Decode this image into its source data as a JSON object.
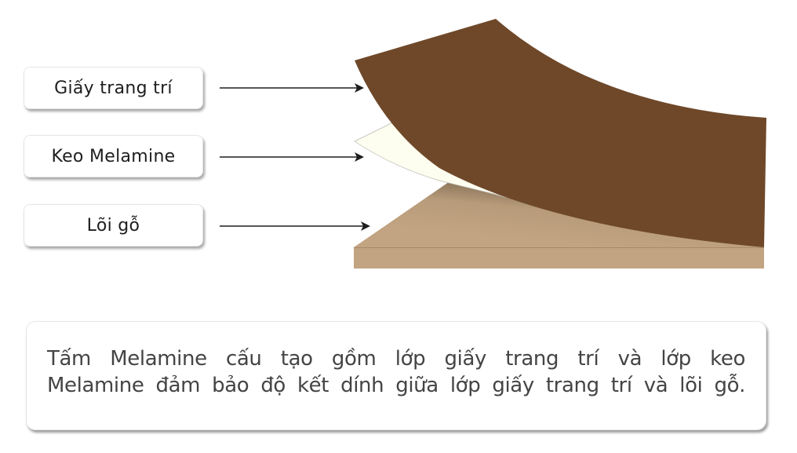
{
  "labels": [
    {
      "text": "Giấy trang trí",
      "layer": "decorative-paper"
    },
    {
      "text": "Keo Melamine",
      "layer": "melamine-glue"
    },
    {
      "text": "Lõi gỗ",
      "layer": "wood-core"
    }
  ],
  "caption": {
    "line1": "Tấm Melamine cấu tạo gồm lớp giấy trang trí và lớp keo",
    "line2": "Melamine đảm bảo độ kết dính giữa lớp giấy trang trí và lõi gỗ."
  },
  "colors": {
    "decorative_paper": "#6e4829",
    "melamine_glue": "#fdfdf0",
    "wood_core": "#c2a482",
    "wood_shadow": "#8a7358",
    "arrow": "#1e1e1e",
    "caption_text": "#444444"
  }
}
